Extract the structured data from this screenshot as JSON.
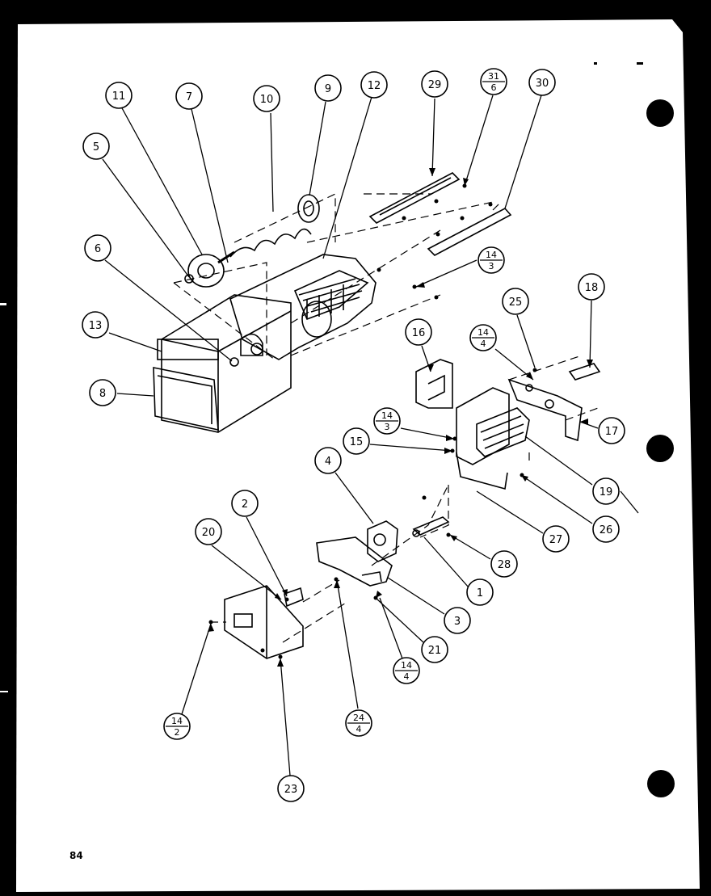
{
  "page_number": "84",
  "callouts": [
    {
      "id": "c11",
      "label": "11"
    },
    {
      "id": "c7",
      "label": "7"
    },
    {
      "id": "c10",
      "label": "10"
    },
    {
      "id": "c9",
      "label": "9"
    },
    {
      "id": "c12",
      "label": "12"
    },
    {
      "id": "c29",
      "label": "29"
    },
    {
      "id": "c30",
      "label": "30"
    },
    {
      "id": "c5",
      "label": "5"
    },
    {
      "id": "c6",
      "label": "6"
    },
    {
      "id": "c13",
      "label": "13"
    },
    {
      "id": "c8",
      "label": "8"
    },
    {
      "id": "c16",
      "label": "16"
    },
    {
      "id": "c25",
      "label": "25"
    },
    {
      "id": "c18",
      "label": "18"
    },
    {
      "id": "c17",
      "label": "17"
    },
    {
      "id": "c15",
      "label": "15"
    },
    {
      "id": "c4",
      "label": "4"
    },
    {
      "id": "c19",
      "label": "19"
    },
    {
      "id": "c26",
      "label": "26"
    },
    {
      "id": "c27",
      "label": "27"
    },
    {
      "id": "c28",
      "label": "28"
    },
    {
      "id": "c1",
      "label": "1"
    },
    {
      "id": "c2",
      "label": "2"
    },
    {
      "id": "c20",
      "label": "20"
    },
    {
      "id": "c3",
      "label": "3"
    },
    {
      "id": "c21",
      "label": "21"
    },
    {
      "id": "c23",
      "label": "23"
    }
  ],
  "fraction_callouts": [
    {
      "id": "f31-6",
      "top": "31",
      "bottom": "6"
    },
    {
      "id": "f14-3a",
      "top": "14",
      "bottom": "3"
    },
    {
      "id": "f14-4a",
      "top": "14",
      "bottom": "4"
    },
    {
      "id": "f14-3b",
      "top": "14",
      "bottom": "3"
    },
    {
      "id": "f14-4b",
      "top": "14",
      "bottom": "4"
    },
    {
      "id": "f14-2",
      "top": "14",
      "bottom": "2"
    },
    {
      "id": "f24-4",
      "top": "24",
      "bottom": "4"
    }
  ]
}
